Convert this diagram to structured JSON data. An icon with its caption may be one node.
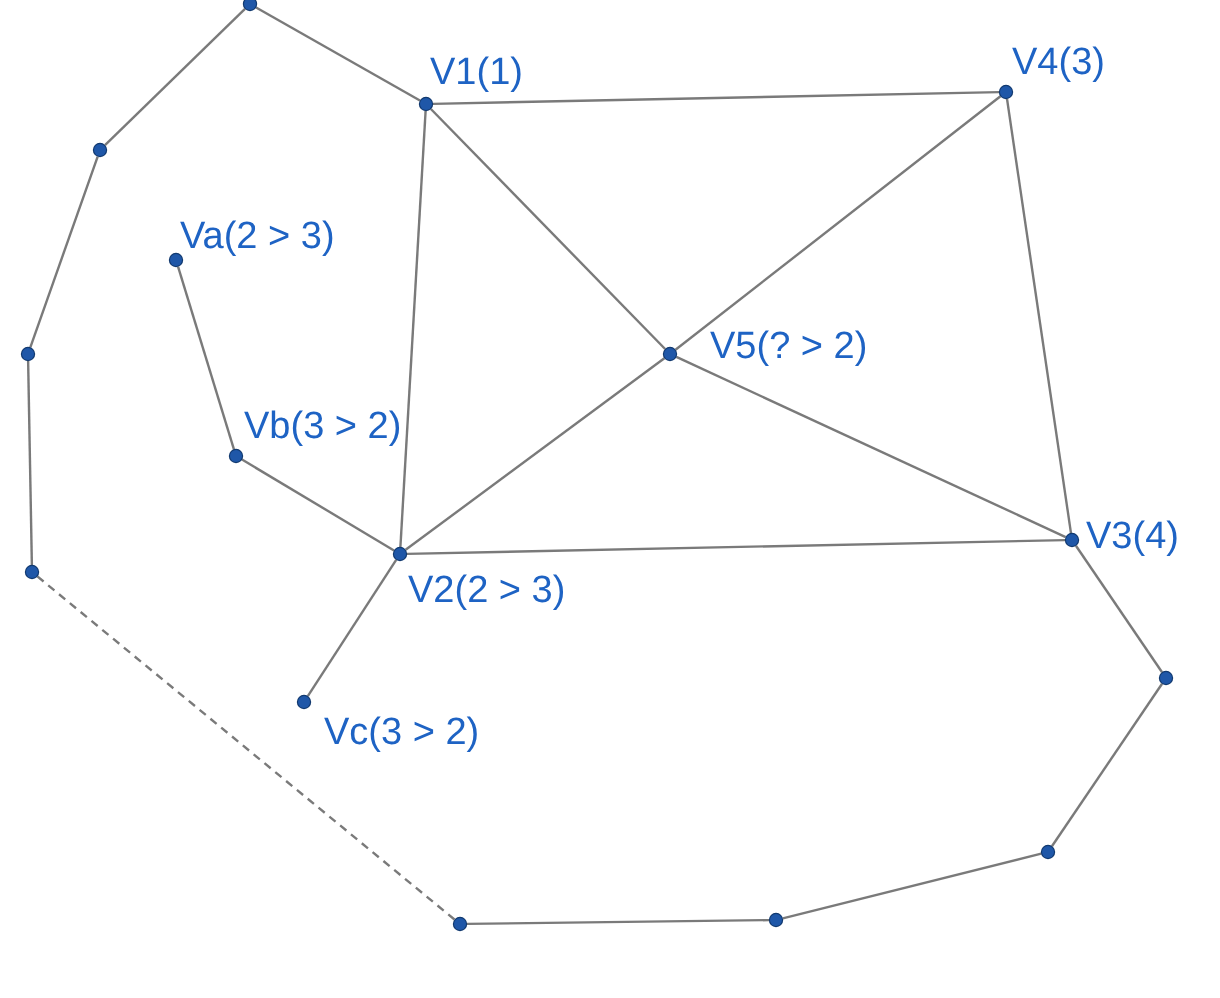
{
  "diagram": {
    "nodes": [
      {
        "text": [],
        "shape": "circle"
      },
      {
        "text": [
          "V1(1)"
        ]
      },
      {
        "text": [
          "V4(3)"
        ]
      },
      {
        "text": [],
        "shape": "circle"
      },
      {
        "text": [
          "Va(2 > 3)"
        ]
      },
      {
        "text": [
          "V5(? > 2)"
        ]
      },
      {
        "text": [],
        "shape": "circle"
      },
      {
        "text": [
          "Vb(3 > 2)"
        ]
      },
      {
        "text": [
          "V2(2 > 3)"
        ]
      },
      {
        "text": [
          "V3(4)"
        ]
      },
      {
        "text": [],
        "shape": "circle"
      },
      {
        "text": [],
        "shape": "circle"
      },
      {
        "text": [
          "Vc(3 > 2)"
        ]
      },
      {
        "text": [],
        "shape": "circle"
      },
      {
        "text": [],
        "shape": "circle"
      },
      {
        "text": [],
        "shape": "circle"
      }
    ],
    "edges": [
      {
        "from": 0,
        "to": 1,
        "arrow": "none"
      },
      {
        "from": 0,
        "to": 3,
        "arrow": "none"
      },
      {
        "from": 3,
        "to": 6,
        "arrow": "none"
      },
      {
        "from": 6,
        "to": 10,
        "arrow": "none"
      },
      {
        "from": 10,
        "to": 15,
        "arrow": "none",
        "style": "dashed"
      },
      {
        "from": 15,
        "to": 14,
        "arrow": "none"
      },
      {
        "from": 14,
        "to": 13,
        "arrow": "none"
      },
      {
        "from": 13,
        "to": 11,
        "arrow": "none"
      },
      {
        "from": 11,
        "to": 9,
        "arrow": "none"
      },
      {
        "from": 1,
        "to": 2,
        "arrow": "none"
      },
      {
        "from": 1,
        "to": 8,
        "arrow": "none"
      },
      {
        "from": 1,
        "to": 5,
        "arrow": "none"
      },
      {
        "from": 2,
        "to": 5,
        "arrow": "none"
      },
      {
        "from": 2,
        "to": 9,
        "arrow": "none"
      },
      {
        "from": 5,
        "to": 8,
        "arrow": "none"
      },
      {
        "from": 5,
        "to": 9,
        "arrow": "none"
      },
      {
        "from": 8,
        "to": 9,
        "arrow": "none"
      },
      {
        "from": 4,
        "to": 7,
        "arrow": "none"
      },
      {
        "from": 7,
        "to": 8,
        "arrow": "none"
      },
      {
        "from": 8,
        "to": 12,
        "arrow": "none"
      }
    ]
  }
}
